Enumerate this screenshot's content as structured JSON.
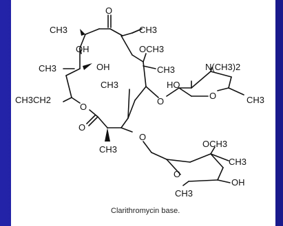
{
  "caption": "Clarithromycin base.",
  "labels": {
    "ch3_top_left": "CH3",
    "o_ketone": "O",
    "ch3_top_right": "CH3",
    "oh_upper": "OH",
    "och3_mid": "OCH3",
    "ch3_left": "CH3",
    "oh_lower": "OH",
    "ch3_mid_right": "CH3",
    "nme2": "N(CH3)2",
    "ch3_inner": "CH3",
    "ho_sugar": "HO",
    "ch3ch2": "CH3CH2",
    "o_ring_left": "O",
    "o_ring_sugar1": "O",
    "o_link1": "O",
    "ch3_sugar1": "CH3",
    "o_lactone": "O",
    "ch3_bottom": "CH3",
    "o_link2": "O",
    "och3_sugar2": "OCH3",
    "ch3_sugar2_right": "CH3",
    "o_ring_sugar2": "O",
    "oh_sugar2": "OH",
    "ch3_sugar2_bottom": "CH3"
  }
}
